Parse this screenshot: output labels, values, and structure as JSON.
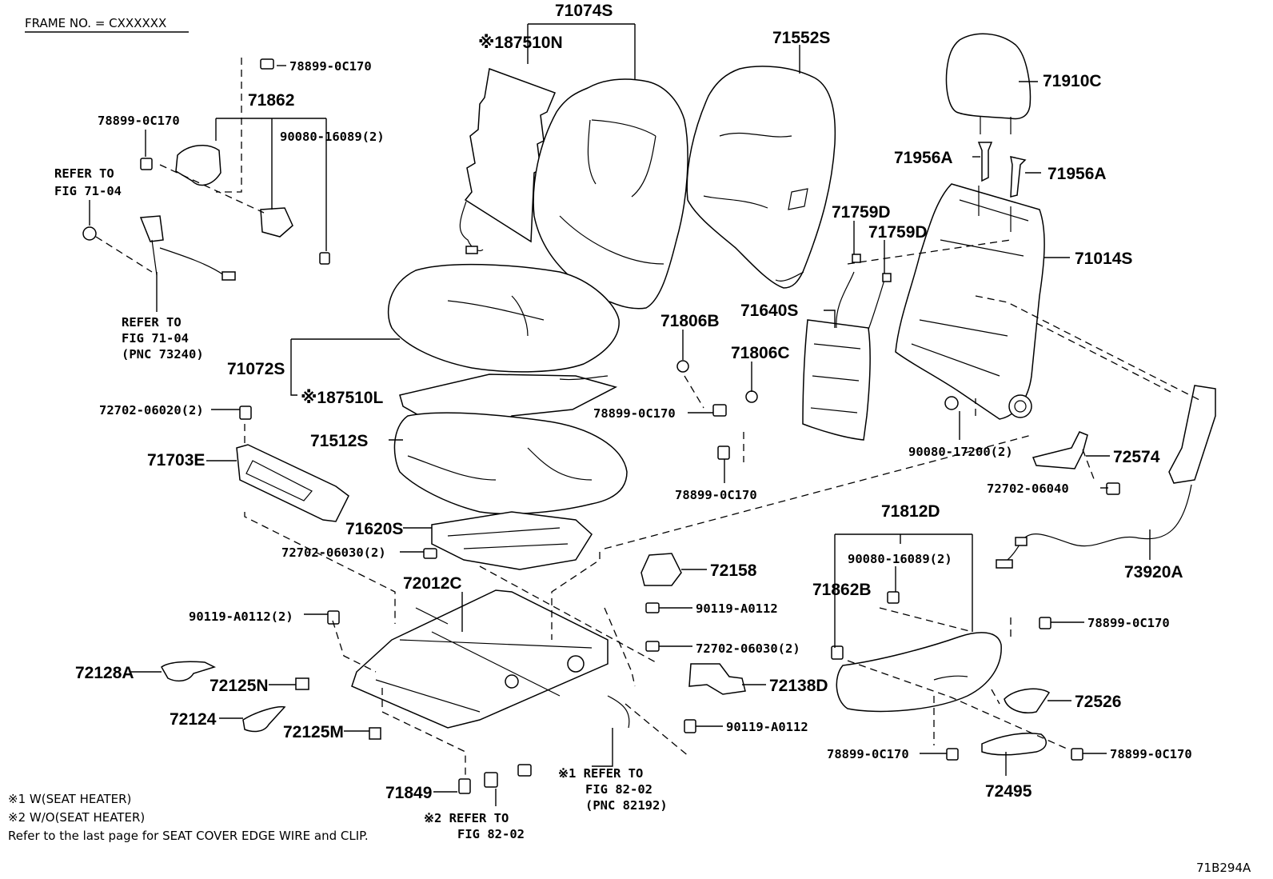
{
  "frame_no": "FRAME NO. = CXXXXXX",
  "diagram_id": "71B294A",
  "notes": [
    "※1 W(SEAT HEATER)",
    "※2 W/O(SEAT HEATER)",
    "Refer to the last page for SEAT COVER EDGE WIRE and CLIP."
  ],
  "parts": {
    "p71074S": "71074S",
    "p87510N": "※187510N",
    "p71552S": "71552S",
    "p71910C": "71910C",
    "p78899_top": "78899-0C170",
    "p71862": "71862",
    "p78899_left": "78899-0C170",
    "p90080_16089_top": "90080-16089(2)",
    "p71956A_l": "71956A",
    "p71956A_r": "71956A",
    "p71759D_a": "71759D",
    "p71759D_b": "71759D",
    "p71014S": "71014S",
    "p71640S": "71640S",
    "p71806B": "71806B",
    "p71806C": "71806C",
    "p71072S": "71072S",
    "p87510L": "※187510L",
    "p72702_06020": "72702-06020(2)",
    "p78899_mid": "78899-0C170",
    "p71512S": "71512S",
    "p71703E": "71703E",
    "p90080_17200": "90080-17200(2)",
    "p72574": "72574",
    "p72702_06040": "72702-06040",
    "p78899_mid2": "78899-0C170",
    "p71812D": "71812D",
    "p71620S": "71620S",
    "p90080_16089_b": "90080-16089(2)",
    "p72702_06030_a": "72702-06030(2)",
    "p72158": "72158",
    "p73920A": "73920A",
    "p72012C": "72012C",
    "p71862B": "71862B",
    "p90119_a": "90119-A0112(2)",
    "p90119_b": "90119-A0112",
    "p78899_r1": "78899-0C170",
    "p72702_06030_b": "72702-06030(2)",
    "p72128A": "72128A",
    "p72125N": "72125N",
    "p72138D": "72138D",
    "p72526": "72526",
    "p72124": "72124",
    "p72125M": "72125M",
    "p90119_c": "90119-A0112",
    "p78899_b1": "78899-0C170",
    "p78899_b2": "78899-0C170",
    "p71849": "71849",
    "p72495": "72495"
  },
  "refs": {
    "r1_a": "REFER TO",
    "r1_b": "FIG 71-04",
    "r2_a": "REFER TO",
    "r2_b": "FIG 71-04",
    "r2_c": "(PNC 73240)",
    "r3_a": "※1 REFER TO",
    "r3_b": "FIG 82-02",
    "r3_c": "(PNC 82192)",
    "r4_a": "※2  REFER TO",
    "r4_b": "FIG 82-02"
  }
}
